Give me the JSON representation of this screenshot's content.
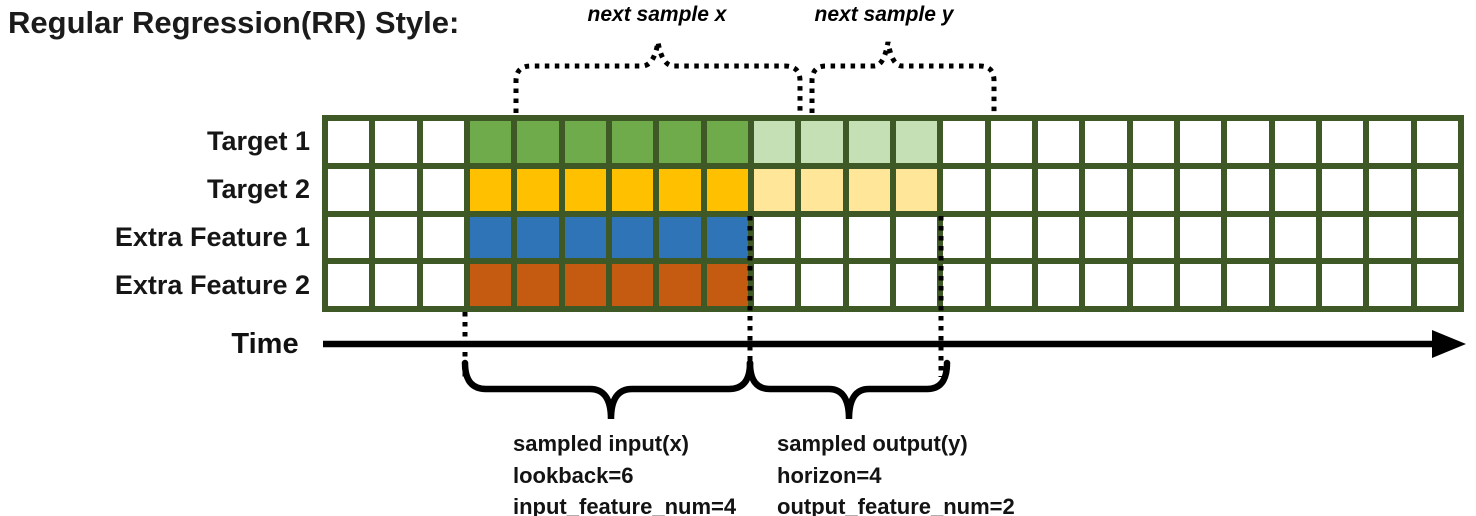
{
  "title": "Regular Regression(RR) Style:",
  "colors": {
    "grid_border": "#3E5826",
    "target1_input": "#6FAB4A",
    "target1_output": "#C5E0B4",
    "target2_input": "#FFC000",
    "target2_output": "#FFE699",
    "extra_feature1_input": "#2E74B6",
    "extra_feature2_input": "#C55A11",
    "annotation": "#000000"
  },
  "grid": {
    "total_columns": 24,
    "input_start_index": 3,
    "lookback": 6,
    "horizon": 4,
    "rows": [
      {
        "label": "Target 1",
        "input_color": "#6FAB4A",
        "output_color": "#C5E0B4"
      },
      {
        "label": "Target 2",
        "input_color": "#FFC000",
        "output_color": "#FFE699"
      },
      {
        "label": "Extra Feature 1",
        "input_color": "#2E74B6",
        "output_color": null
      },
      {
        "label": "Extra Feature 2",
        "input_color": "#C55A11",
        "output_color": null
      }
    ]
  },
  "time_axis": {
    "label": "Time"
  },
  "annotations": {
    "next_sample_x": "next sample x",
    "next_sample_y": "next sample y",
    "input_block": [
      "sampled input(x)",
      "lookback=6",
      "input_feature_num=4"
    ],
    "output_block": [
      "sampled output(y)",
      "horizon=4",
      "output_feature_num=2"
    ]
  }
}
